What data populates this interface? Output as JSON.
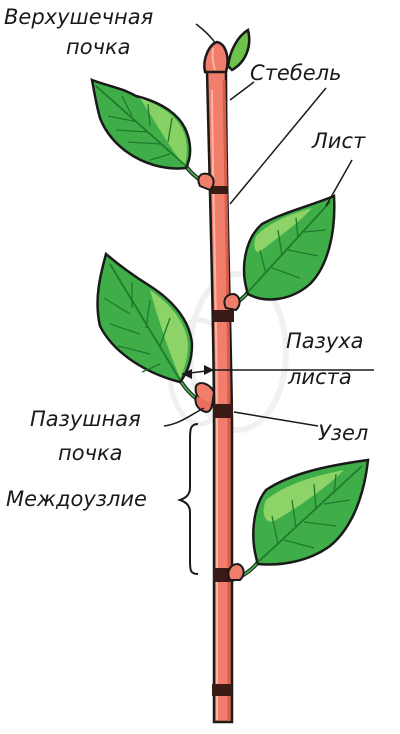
{
  "labels": {
    "apical_bud_line1": "Верхушечная",
    "apical_bud_line2": "почка",
    "stem": "Стебель",
    "leaf": "Лист",
    "leaf_axil_line1": "Пазуха",
    "leaf_axil_line2": "листа",
    "axillary_bud_line1": "Пазушная",
    "axillary_bud_line2": "почка",
    "node": "Узел",
    "internode": "Междоузлие"
  },
  "colors": {
    "stem": "#f07e6a",
    "stem_shade": "#d85e4c",
    "leaf": "#3fae49",
    "leaf_light": "#9bd96c",
    "leaf_dark": "#1f7a2c",
    "outline": "#1a1a1a",
    "node_band": "#3a1a14"
  }
}
